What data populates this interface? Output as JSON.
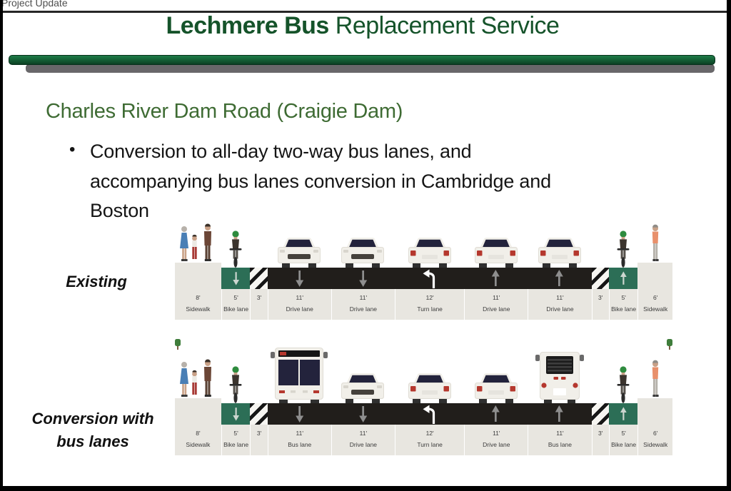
{
  "window": {
    "corner_label": "Project Update"
  },
  "title": {
    "bold_part": "Lechmere Bus",
    "regular_part": " Replacement Service"
  },
  "section": {
    "heading": "Charles River Dam Road (Craigie Dam)",
    "bullet_marker": "•",
    "bullet_lines": [
      "Conversion to all-day two-way bus lanes, and",
      "accompanying bus lanes conversion in Cambridge and",
      "Boston"
    ]
  },
  "colors": {
    "title_green": "#15532a",
    "heading_green": "#3e6b33",
    "bar_green": "#11603a",
    "bar_gray": "#69676a",
    "bike_lane_green": "#2c6e56",
    "road_black": "#211e1b",
    "band_beige": "#e8e6e0",
    "arrow_gray": "#8e8e8e"
  },
  "diagrams": [
    {
      "label_lines": [
        "Existing"
      ],
      "lanes": [
        {
          "type": "sidewalk",
          "width_ft": 8,
          "width_label": "8'",
          "name": "Sidewalk",
          "icons": [
            "pedestrian-group-icon"
          ]
        },
        {
          "type": "bike",
          "width_ft": 5,
          "width_label": "5'",
          "name": "Bike lane",
          "direction": "down",
          "icons": [
            "cyclist-icon"
          ]
        },
        {
          "type": "buffer",
          "width_ft": 3,
          "width_label": "3'",
          "name": ""
        },
        {
          "type": "road",
          "width_ft": 11,
          "width_label": "11'",
          "name": "Drive lane",
          "direction": "down",
          "icons": [
            "car-front-icon"
          ]
        },
        {
          "type": "road",
          "width_ft": 11,
          "width_label": "11'",
          "name": "Drive lane",
          "direction": "down",
          "icons": [
            "car-front-icon"
          ]
        },
        {
          "type": "road",
          "width_ft": 12,
          "width_label": "12'",
          "name": "Turn lane",
          "direction": "turn-left",
          "icons": [
            "car-rear-icon"
          ]
        },
        {
          "type": "road",
          "width_ft": 11,
          "width_label": "11'",
          "name": "Drive lane",
          "direction": "up",
          "icons": [
            "car-rear-icon"
          ]
        },
        {
          "type": "road",
          "width_ft": 11,
          "width_label": "11'",
          "name": "Drive lane",
          "direction": "up",
          "icons": [
            "car-rear-icon"
          ]
        },
        {
          "type": "buffer",
          "width_ft": 3,
          "width_label": "3'",
          "name": ""
        },
        {
          "type": "bike",
          "width_ft": 5,
          "width_label": "5'",
          "name": "Bike lane",
          "direction": "up",
          "icons": [
            "cyclist-icon"
          ]
        },
        {
          "type": "sidewalk",
          "width_ft": 6,
          "width_label": "6'",
          "name": "Sidewalk",
          "icons": [
            "pedestrian-icon"
          ]
        }
      ]
    },
    {
      "label_lines": [
        "Conversion with",
        "bus lanes"
      ],
      "lanes": [
        {
          "type": "sidewalk",
          "width_ft": 8,
          "width_label": "8'",
          "name": "Sidewalk",
          "icons": [
            "tree-icon",
            "pedestrian-group-icon"
          ]
        },
        {
          "type": "bike",
          "width_ft": 5,
          "width_label": "5'",
          "name": "Bike lane",
          "direction": "down",
          "icons": [
            "cyclist-icon"
          ]
        },
        {
          "type": "buffer",
          "width_ft": 3,
          "width_label": "3'",
          "name": ""
        },
        {
          "type": "road",
          "width_ft": 11,
          "width_label": "11'",
          "name": "Bus lane",
          "direction": "down",
          "icons": [
            "bus-front-icon"
          ]
        },
        {
          "type": "road",
          "width_ft": 11,
          "width_label": "11'",
          "name": "Drive lane",
          "direction": "down",
          "icons": [
            "car-front-icon"
          ]
        },
        {
          "type": "road",
          "width_ft": 12,
          "width_label": "12'",
          "name": "Turn lane",
          "direction": "turn-left",
          "icons": [
            "car-rear-icon"
          ]
        },
        {
          "type": "road",
          "width_ft": 11,
          "width_label": "11'",
          "name": "Drive lane",
          "direction": "up",
          "icons": [
            "car-rear-icon"
          ]
        },
        {
          "type": "road",
          "width_ft": 11,
          "width_label": "11'",
          "name": "Bus lane",
          "direction": "up",
          "icons": [
            "bus-rear-icon"
          ]
        },
        {
          "type": "buffer",
          "width_ft": 3,
          "width_label": "3'",
          "name": ""
        },
        {
          "type": "bike",
          "width_ft": 5,
          "width_label": "5'",
          "name": "Bike lane",
          "direction": "up",
          "icons": [
            "cyclist-icon"
          ]
        },
        {
          "type": "sidewalk",
          "width_ft": 6,
          "width_label": "6'",
          "name": "Sidewalk",
          "icons": [
            "pedestrian-icon",
            "tree-icon"
          ]
        }
      ]
    }
  ]
}
